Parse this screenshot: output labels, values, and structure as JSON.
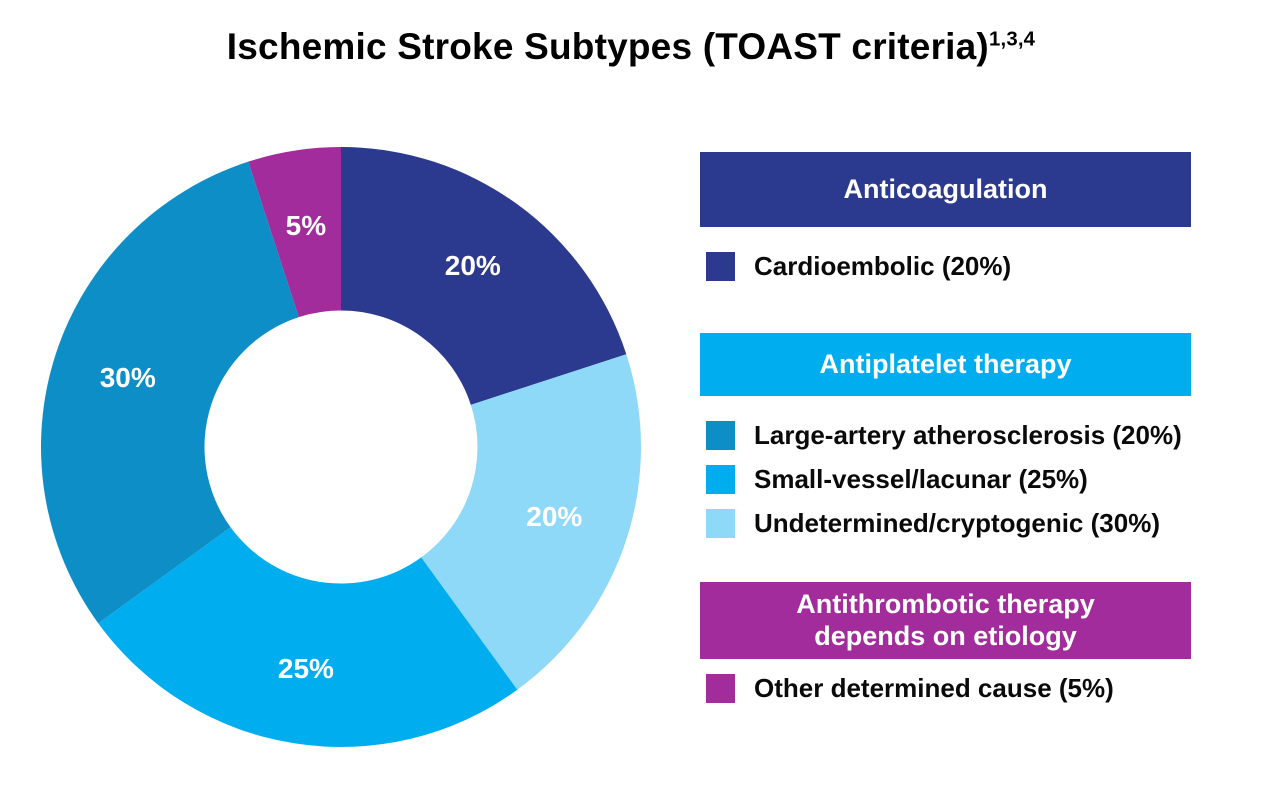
{
  "title": {
    "text": "Ischemic Stroke Subtypes (TOAST criteria)",
    "superscript": "1,3,4"
  },
  "chart_data": {
    "type": "pie",
    "variant": "donut",
    "title": "Ischemic Stroke Subtypes (TOAST criteria)",
    "start_angle_deg": 0,
    "clockwise": true,
    "inner_radius_ratio": 0.455,
    "label_color": "#ffffff",
    "slices": [
      {
        "label": "20%",
        "value": 20,
        "color": "#2B3A8F"
      },
      {
        "label": "20%",
        "value": 20,
        "color": "#8FD9F8"
      },
      {
        "label": "25%",
        "value": 25,
        "color": "#00AEEF"
      },
      {
        "label": "30%",
        "value": 30,
        "color": "#0E8EC6"
      },
      {
        "label": "5%",
        "value": 5,
        "color": "#A22C9B"
      }
    ]
  },
  "legend": {
    "groups": [
      {
        "header": "Anticoagulation",
        "color": "#2B3A8F",
        "items": [
          {
            "label": "Cardioembolic (20%)",
            "swatch": "#2B3A8F"
          }
        ]
      },
      {
        "header": "Antiplatelet therapy",
        "color": "#00AEEF",
        "items": [
          {
            "label": "Large-artery atherosclerosis (20%)",
            "swatch": "#0E8EC6"
          },
          {
            "label": "Small-vessel/lacunar (25%)",
            "swatch": "#00AEEF"
          },
          {
            "label": "Undetermined/cryptogenic (30%)",
            "swatch": "#8FD9F8"
          }
        ]
      },
      {
        "header": "Antithrombotic therapy depends on etiology",
        "header_line1": "Antithrombotic therapy",
        "header_line2": "depends on etiology",
        "color": "#A22C9B",
        "items": [
          {
            "label": "Other determined cause (5%)",
            "swatch": "#A22C9B"
          }
        ]
      }
    ]
  }
}
